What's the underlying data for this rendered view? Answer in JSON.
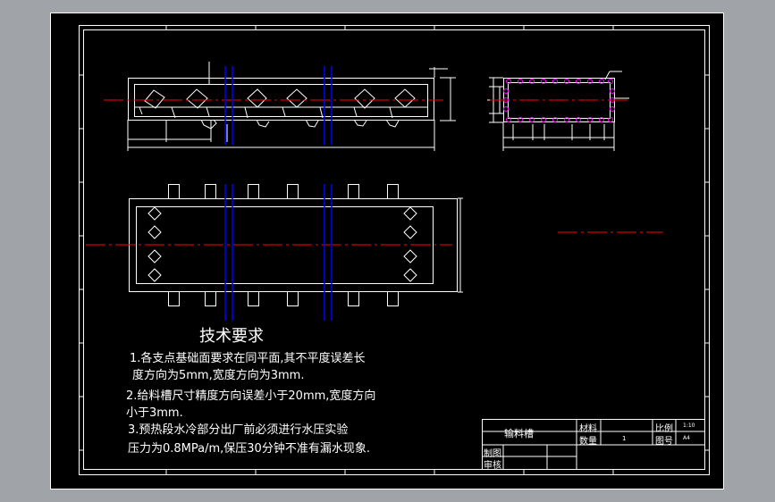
{
  "colors": {
    "background": "#000000",
    "line": "#ffffff",
    "centerline": "#ff0000",
    "section": "#0000ff",
    "bolt": "#ff00ff",
    "frame": "#a0a4a9"
  },
  "tech": {
    "heading": "技术要求",
    "req1_line1": "1.各支点基础面要求在同平面,其不平度误差长",
    "req1_line2": "度方向为5mm,宽度方向为3mm.",
    "req2_line1": "2.给料槽尺寸精度方向误差小于20mm,宽度方向",
    "req2_line2": "小于3mm.",
    "req3_line1": "3.预热段水冷部分出厂前必须进行水压实验",
    "req3_line2": "压力为0.8MPa/m,保压30分钟不准有漏水现象."
  },
  "title_block": {
    "name": "输料槽",
    "material_label": "材料",
    "qty_label": "数量",
    "qty_value": "1",
    "scale_label": "比例",
    "scale_value": "1:10",
    "dwg_label": "图号",
    "dwg_value": "A4",
    "drawn_label": "制图",
    "checked_label": "审核"
  }
}
